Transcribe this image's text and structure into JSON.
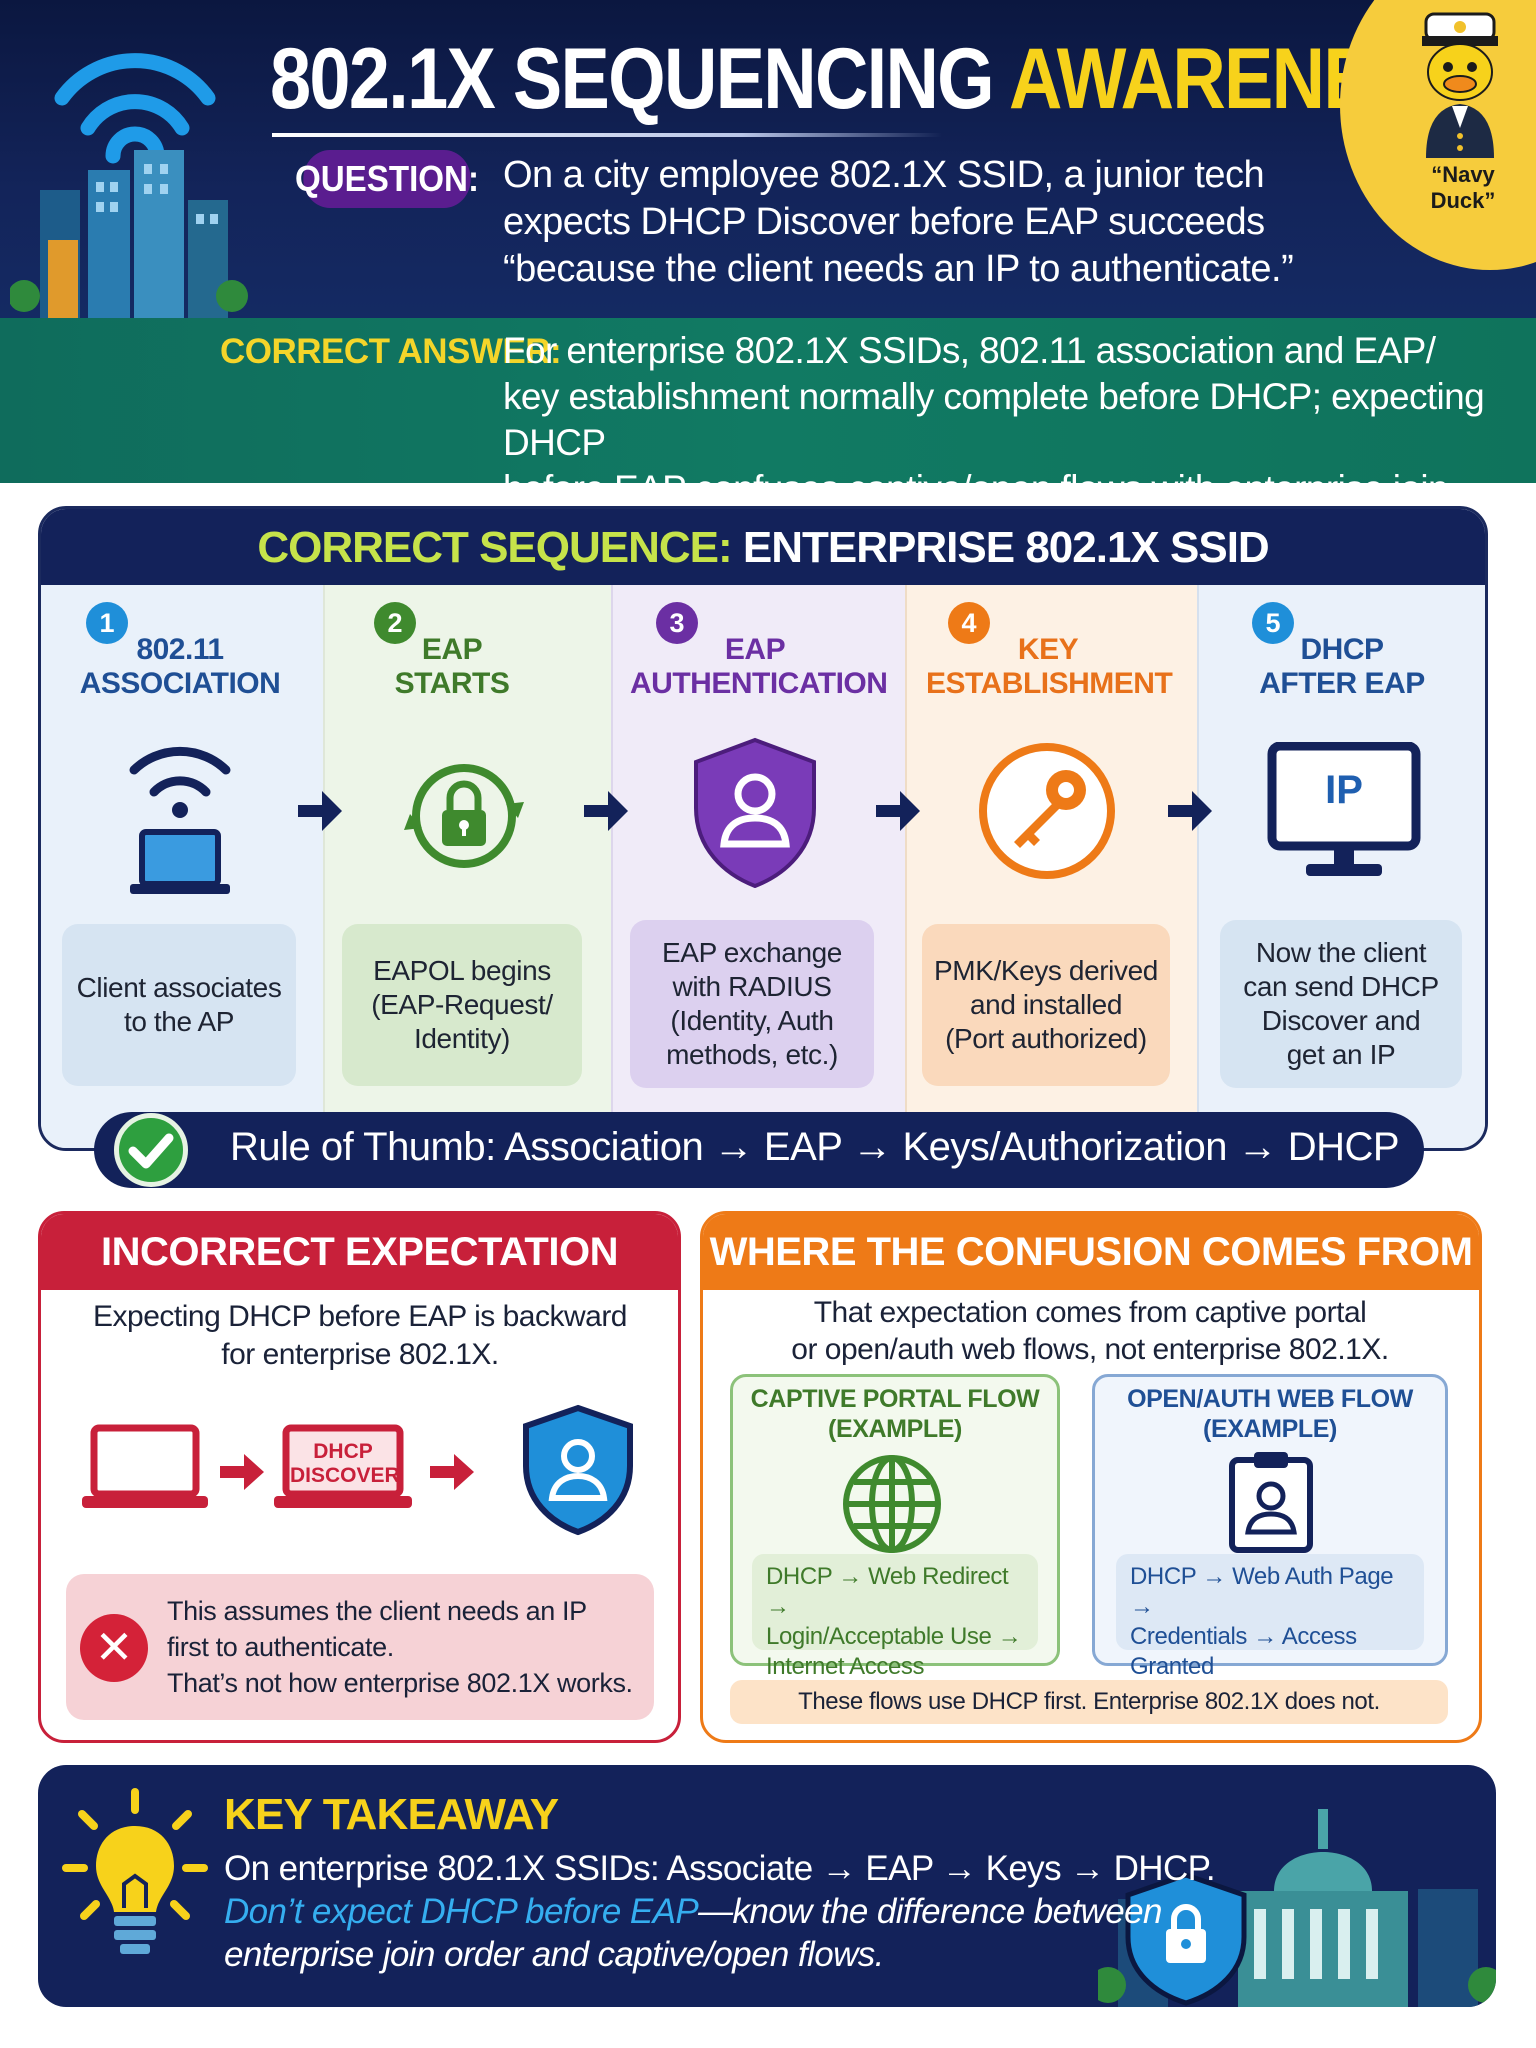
{
  "header": {
    "title_main": "802.1X SEQUENCING",
    "title_highlight": "AWARENESS",
    "question_label": "QUESTION:",
    "question_lines": [
      "On a city employee 802.1X SSID, a junior tech",
      "expects DHCP Discover before EAP succeeds",
      "“because the client needs an IP to authenticate.”"
    ],
    "mascot_label": "“Navy Duck”"
  },
  "answer": {
    "label": "CORRECT ANSWER:",
    "lines": [
      "For enterprise 802.1X SSIDs, 802.11 association and EAP/",
      "key establishment normally complete before DHCP; expecting DHCP",
      "before EAP confuses captive/open flows with enterprise join order"
    ]
  },
  "sequence": {
    "title_highlight": "CORRECT SEQUENCE:",
    "title_rest": "ENTERPRISE 802.1X SSID",
    "steps": [
      {
        "num": "1",
        "title_line1": "802.11",
        "title_line2": "ASSOCIATION",
        "desc_lines": [
          "Client associates",
          "to the AP"
        ],
        "icon": "wifi-laptop-icon",
        "color": "#1f5fb0"
      },
      {
        "num": "2",
        "title_line1": "EAP",
        "title_line2": "STARTS",
        "desc_lines": [
          "EAPOL begins",
          "(EAP-Request/",
          "Identity)"
        ],
        "icon": "lock-cycle-icon",
        "color": "#3f8a2e"
      },
      {
        "num": "3",
        "title_line1": "EAP",
        "title_line2": "AUTHENTICATION",
        "desc_lines": [
          "EAP exchange",
          "with RADIUS",
          "(Identity, Auth",
          "methods, etc.)"
        ],
        "icon": "user-shield-icon",
        "color": "#6b2fa3"
      },
      {
        "num": "4",
        "title_line1": "KEY",
        "title_line2": "ESTABLISHMENT",
        "desc_lines": [
          "PMK/Keys derived",
          "and installed",
          "(Port authorized)"
        ],
        "icon": "key-icon",
        "color": "#e8711a"
      },
      {
        "num": "5",
        "title_line1": "DHCP",
        "title_line2": "AFTER EAP",
        "desc_lines": [
          "Now the client",
          "can send DHCP",
          "Discover and",
          "get an IP"
        ],
        "icon": "monitor-ip-icon",
        "color": "#1f5fb0",
        "monitor_text": "IP"
      }
    ],
    "rule_of_thumb": "Rule of Thumb: Association → EAP → Keys/Authorization → DHCP"
  },
  "incorrect": {
    "heading": "INCORRECT EXPECTATION",
    "body_lines": [
      "Expecting DHCP before EAP is backward",
      "for enterprise 802.1X."
    ],
    "dhcp_label_line1": "DHCP",
    "dhcp_label_line2": "DISCOVER",
    "note_lines": [
      "This assumes the client needs an IP",
      "first to authenticate.",
      "That’s not how enterprise 802.1X works."
    ]
  },
  "confusion": {
    "heading": "WHERE THE CONFUSION COMES FROM",
    "body_lines": [
      "That expectation comes from captive portal",
      "or open/auth web flows, not enterprise 802.1X."
    ],
    "captive": {
      "title_line1": "CAPTIVE PORTAL FLOW",
      "title_line2": "(EXAMPLE)",
      "steps_lines": [
        "DHCP → Web Redirect →",
        "Login/Acceptable Use →",
        "Internet Access"
      ]
    },
    "open": {
      "title_line1": "OPEN/AUTH WEB FLOW",
      "title_line2": "(EXAMPLE)",
      "steps_lines": [
        "DHCP → Web Auth Page →",
        "Credentials → Access",
        "Granted"
      ]
    },
    "note": "These flows use DHCP first. Enterprise 802.1X does not."
  },
  "takeaway": {
    "title": "KEY TAKEAWAY",
    "line1": "On enterprise 802.1X SSIDs: Associate → EAP → Keys → DHCP.",
    "line2_highlight": "Don’t expect DHCP before EAP",
    "line2_rest": "—know the difference between",
    "line3": "enterprise join order and captive/open flows."
  },
  "colors": {
    "navy": "#13225a",
    "yellow": "#f7d21b",
    "teal": "#0f6c5c",
    "red": "#c8203a",
    "orange": "#ee7a17",
    "green": "#3f8a2e",
    "purple": "#6b2fa3"
  }
}
